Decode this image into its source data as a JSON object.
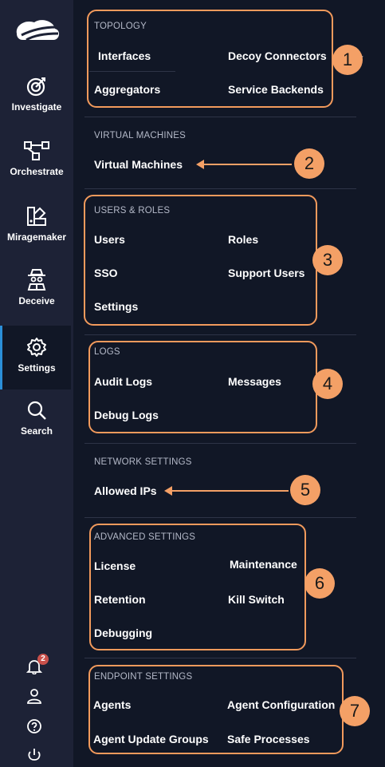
{
  "sidebar": {
    "nav": [
      {
        "label": "Investigate",
        "icon": "target-icon"
      },
      {
        "label": "Orchestrate",
        "icon": "nodes-icon"
      },
      {
        "label": "Miragemaker",
        "icon": "palette-icon"
      },
      {
        "label": "Deceive",
        "icon": "spy-icon"
      },
      {
        "label": "Settings",
        "icon": "gear-icon",
        "active": true
      },
      {
        "label": "Search",
        "icon": "search-icon"
      }
    ],
    "notifications_count": "2"
  },
  "sections": {
    "topology": {
      "title": "TOPOLOGY",
      "items": [
        "Interfaces",
        "Decoy Connectors",
        "Aggregators",
        "Service Backends"
      ]
    },
    "virtual_machines": {
      "title": "VIRTUAL MACHINES",
      "items": [
        "Virtual Machines"
      ]
    },
    "users_roles": {
      "title": "USERS & ROLES",
      "items": [
        "Users",
        "Roles",
        "SSO",
        "Support Users",
        "Settings"
      ]
    },
    "logs": {
      "title": "LOGS",
      "items": [
        "Audit Logs",
        "Messages",
        "Debug Logs"
      ]
    },
    "network": {
      "title": "NETWORK SETTINGS",
      "items": [
        "Allowed IPs"
      ]
    },
    "advanced": {
      "title": "ADVANCED SETTINGS",
      "items": [
        "License",
        "Maintenance",
        "Retention",
        "Kill Switch",
        "Debugging"
      ]
    },
    "endpoint": {
      "title": "ENDPOINT SETTINGS",
      "items": [
        "Agents",
        "Agent Configuration",
        "Agent Update Groups",
        "Safe Processes"
      ]
    }
  },
  "callouts": [
    "1",
    "2",
    "3",
    "4",
    "5",
    "6",
    "7"
  ],
  "colors": {
    "accent": "#f4a066",
    "active_indicator": "#2b8fd8",
    "badge": "#c9504b"
  }
}
